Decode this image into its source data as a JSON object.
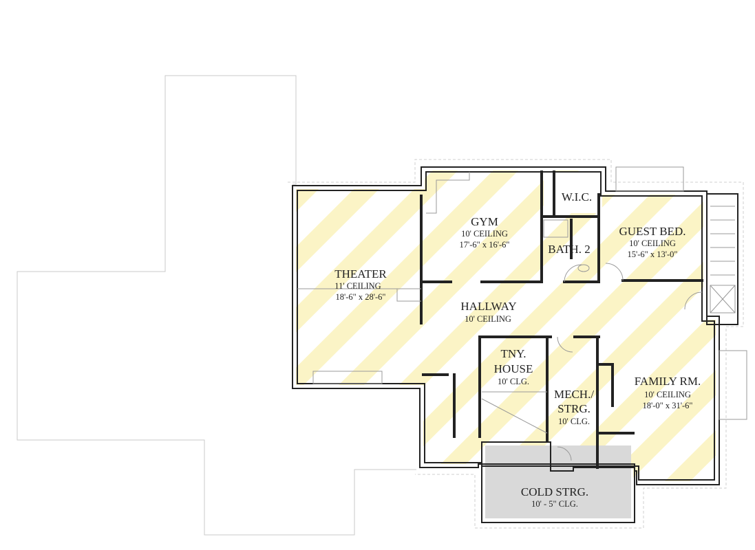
{
  "colors": {
    "stripe": "#fbf4c6",
    "cold_storage": "#d9d9d9",
    "wall": "#222222",
    "ghost_outline": "#c8c8c8"
  },
  "rooms": {
    "theater": {
      "name": "THEATER",
      "ceiling": "11' CEILING",
      "size": "18'-6\" x 28'-6\""
    },
    "gym": {
      "name": "GYM",
      "ceiling": "10' CEILING",
      "size": "17'-6\" x 16'-6\""
    },
    "wic": {
      "name": "W.I.C."
    },
    "bath2": {
      "name": "BATH. 2"
    },
    "guest_bed": {
      "name": "GUEST BED.",
      "ceiling": "10' CEILING",
      "size": "15'-6\" x 13'-0\""
    },
    "hallway": {
      "name": "HALLWAY",
      "ceiling": "10' CEILING"
    },
    "tny_house": {
      "name_line1": "TNY.",
      "name_line2": "HOUSE",
      "ceiling": "10' CLG."
    },
    "mech": {
      "name_line1": "MECH./",
      "name_line2": "STRG.",
      "ceiling": "10' CLG."
    },
    "family_rm": {
      "name": "FAMILY RM.",
      "ceiling": "10' CEILING",
      "size": "18'-0\" x 31'-6\""
    },
    "cold_strg": {
      "name": "COLD STRG.",
      "ceiling": "10' - 5\" CLG."
    }
  }
}
